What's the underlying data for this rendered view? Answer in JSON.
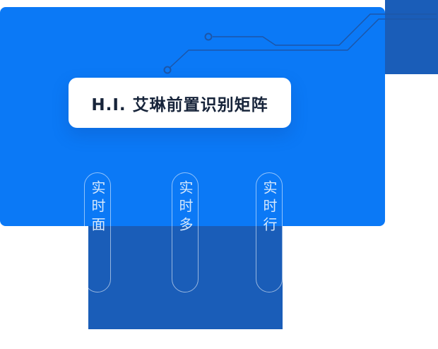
{
  "page": {
    "title_card": {
      "title": "H.I. 艾琳前置识别矩阵"
    },
    "feature_pills": [
      {
        "label": "实时面"
      },
      {
        "label": "实时多"
      },
      {
        "label": "实时行"
      }
    ],
    "colors": {
      "primary_blue": "#0b79f6",
      "secondary_blue": "#1a5db8",
      "trace_blue": "#1d56a8",
      "card_text": "#17243a",
      "pill_text": "#d6e8fc",
      "card_background": "#ffffff"
    }
  }
}
